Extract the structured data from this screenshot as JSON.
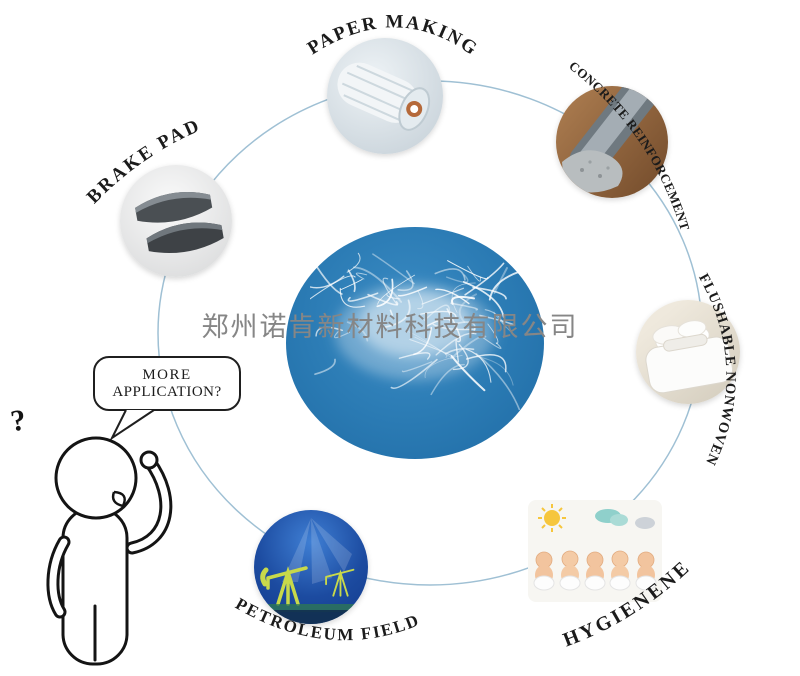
{
  "company": {
    "name": "郑州诺肯新材料科技有限公司"
  },
  "applications": {
    "paper_making": "PAPER MAKING",
    "brake_pad": "BRAKE PAD",
    "concrete_reinforcement": "CONCRETE REINFORCEMENT",
    "flushable_nonwoven": "FLUSHABLE NONWOVEN",
    "hygiene": "HYGIENENE",
    "petroleum_field": "PETROLEUM FIELD"
  },
  "speech_bubble": {
    "line1": "MORE",
    "line2": "APPLICATION?"
  },
  "question_mark": "?",
  "colors": {
    "center_circle_blue": "#2a7ab3",
    "connection_line": "#9fc0d4",
    "label_text": "#1b1b1b",
    "company_text": "#868686"
  }
}
